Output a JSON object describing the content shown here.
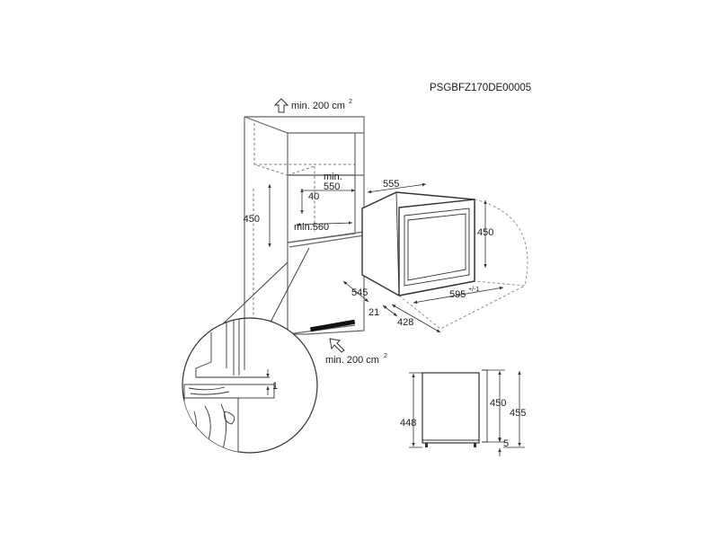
{
  "document_code": "PSGBFZ170DE00005",
  "ventilation": {
    "top": {
      "text": "min. 200 cm",
      "superscript": "2"
    },
    "bottom": {
      "text": "min. 200 cm",
      "superscript": "2"
    }
  },
  "cabinet": {
    "niche_height": "450",
    "min_label": "min.",
    "min_depth": "550",
    "gap": "40",
    "min_width": "min.560"
  },
  "appliance": {
    "depth_top": "555",
    "height": "450",
    "width": "595",
    "width_tolerance": "+/-1",
    "depth": "545",
    "front": "21",
    "side": "428"
  },
  "detail_inset": {
    "gap": "1"
  },
  "side_view": {
    "left_height": "448",
    "right_height": "450",
    "total_height": "455",
    "feet": "5"
  }
}
